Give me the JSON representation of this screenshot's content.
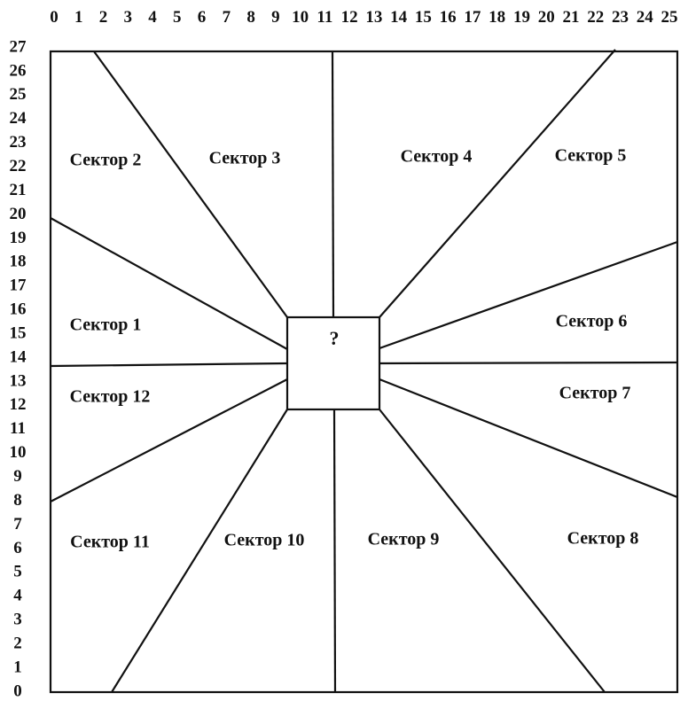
{
  "x_axis_ticks": [
    "0",
    "1",
    "2",
    "3",
    "4",
    "5",
    "6",
    "7",
    "8",
    "9",
    "10",
    "11",
    "12",
    "13",
    "14",
    "15",
    "16",
    "17",
    "18",
    "19",
    "20",
    "21",
    "22",
    "23",
    "24",
    "25"
  ],
  "y_axis_ticks": [
    "27",
    "26",
    "25",
    "24",
    "23",
    "22",
    "21",
    "20",
    "19",
    "18",
    "17",
    "16",
    "15",
    "14",
    "13",
    "12",
    "11",
    "10",
    "9",
    "8",
    "7",
    "6",
    "5",
    "4",
    "3",
    "2",
    "1",
    "0"
  ],
  "center_mark": "?",
  "sectors": [
    {
      "id": "1",
      "label": "Сектор 1"
    },
    {
      "id": "2",
      "label": "Сектор 2"
    },
    {
      "id": "3",
      "label": "Сектор 3"
    },
    {
      "id": "4",
      "label": "Сектор 4"
    },
    {
      "id": "5",
      "label": "Сектор 5"
    },
    {
      "id": "6",
      "label": "Сектор 6"
    },
    {
      "id": "7",
      "label": "Сектор 7"
    },
    {
      "id": "8",
      "label": "Сектор 8"
    },
    {
      "id": "9",
      "label": "Сектор 9"
    },
    {
      "id": "10",
      "label": "Сектор 10"
    },
    {
      "id": "11",
      "label": "Сектор 11"
    },
    {
      "id": "12",
      "label": "Сектор 12"
    }
  ],
  "colors": {
    "line": "#111111",
    "background": "#ffffff"
  }
}
